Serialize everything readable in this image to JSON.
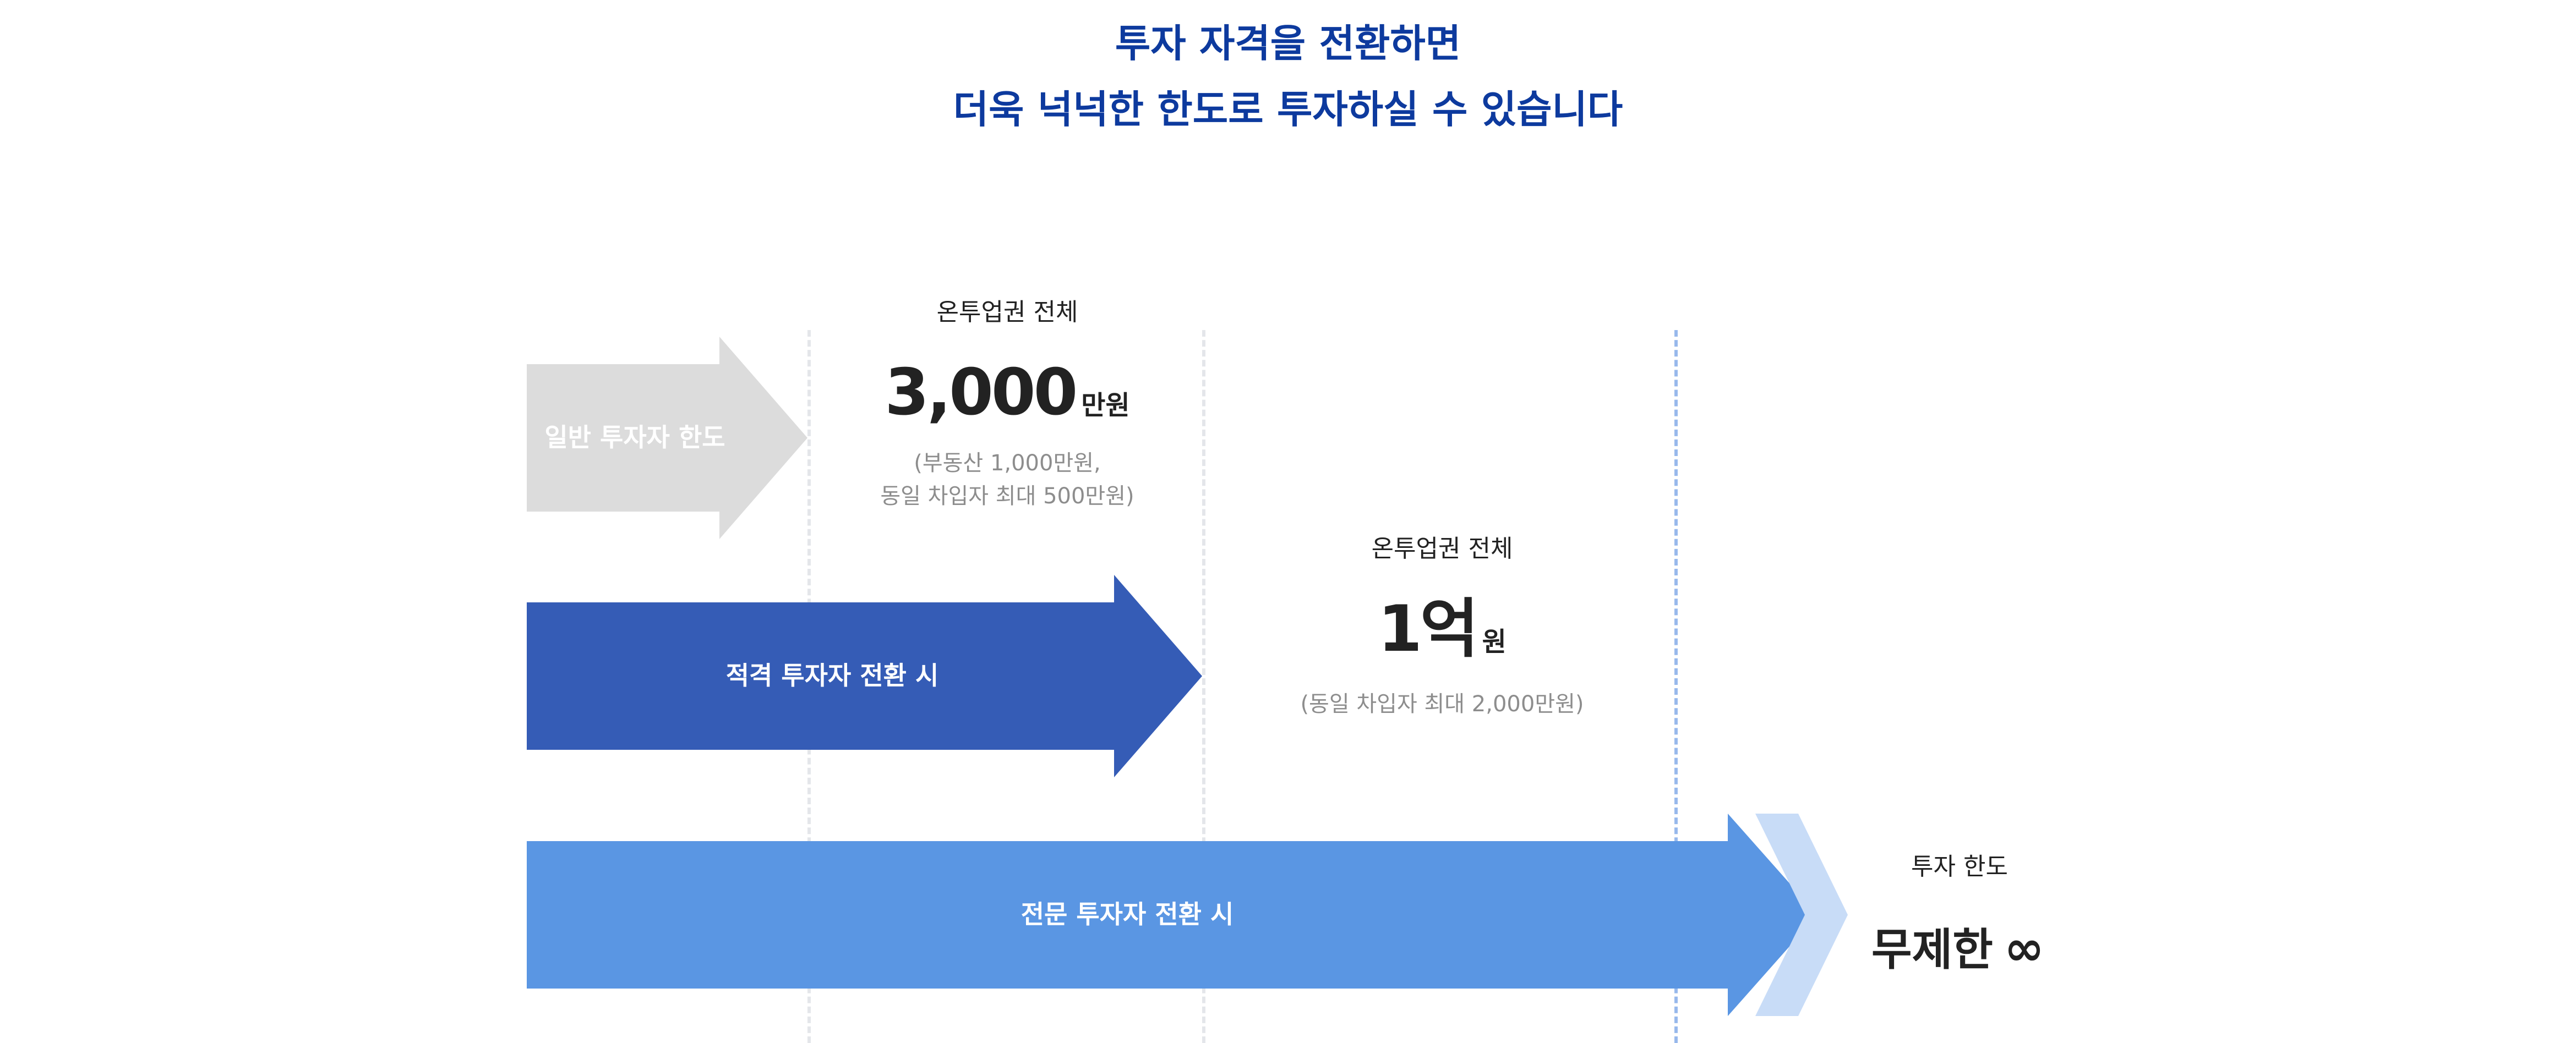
{
  "header": {
    "line1": "투자 자격을 전환하면",
    "line2": "더욱 넉넉한 한도로 투자하실 수 있습니다"
  },
  "tiers": [
    {
      "arrow_label": "일반 투자자 한도",
      "caption": "온투업권 전체",
      "amount": "3,000",
      "unit": "만원",
      "notes": [
        "(부동산 1,000만원,",
        "동일 차입자 최대 500만원)"
      ],
      "color": "#dcdcdc"
    },
    {
      "arrow_label": "적격 투자자 전환 시",
      "caption": "온투업권 전체",
      "amount": "1억",
      "unit": "원",
      "notes": [
        "(동일 차입자 최대 2,000만원)"
      ],
      "color": "#355cb6"
    },
    {
      "arrow_label": "전문 투자자 전환 시",
      "caption": "투자 한도",
      "amount": "무제한",
      "symbol": "∞",
      "color": "#5a96e3",
      "chevron_color": "#c8dcf7"
    }
  ]
}
